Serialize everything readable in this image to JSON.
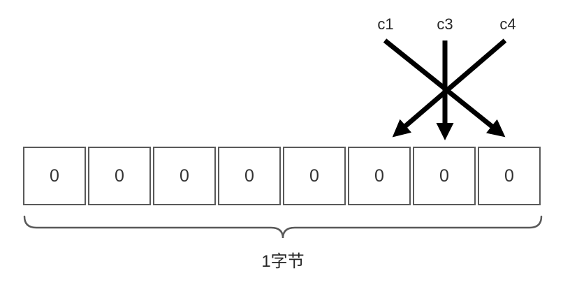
{
  "diagram": {
    "col_labels": [
      "c1",
      "c3",
      "c4"
    ],
    "cells": [
      "0",
      "0",
      "0",
      "0",
      "0",
      "0",
      "0",
      "0"
    ],
    "byte_label": "1字节",
    "colors": {
      "arrow": "#000000",
      "cell_border": "#595959",
      "brace": "#595959",
      "text": "#262626"
    }
  }
}
